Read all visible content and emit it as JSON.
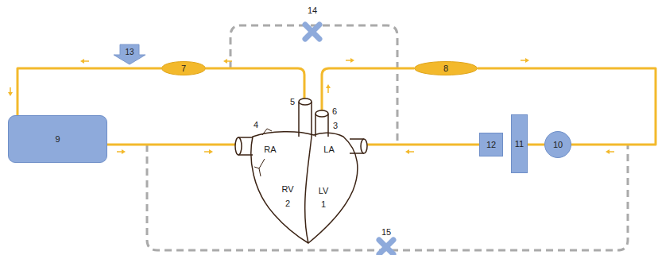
{
  "diagram": {
    "nodes": [
      {
        "text": [
          "7"
        ]
      },
      {
        "text": [
          "8"
        ]
      },
      {
        "text": [
          "9"
        ]
      },
      {
        "text": [
          "12"
        ]
      },
      {
        "text": [
          "11"
        ]
      },
      {
        "text": [
          "10"
        ]
      }
    ],
    "edges": [
      {
        "from": 0,
        "to": 2,
        "arrow": "none"
      },
      {
        "from": 1,
        "to": 5,
        "arrow": "none"
      },
      {
        "from": 5,
        "to": 4,
        "arrow": "none"
      }
    ],
    "labels": [
      "14",
      "13",
      "5",
      "6",
      "4",
      "3",
      "RA",
      "LA",
      "RV",
      "LV",
      "2",
      "1",
      "15"
    ]
  }
}
